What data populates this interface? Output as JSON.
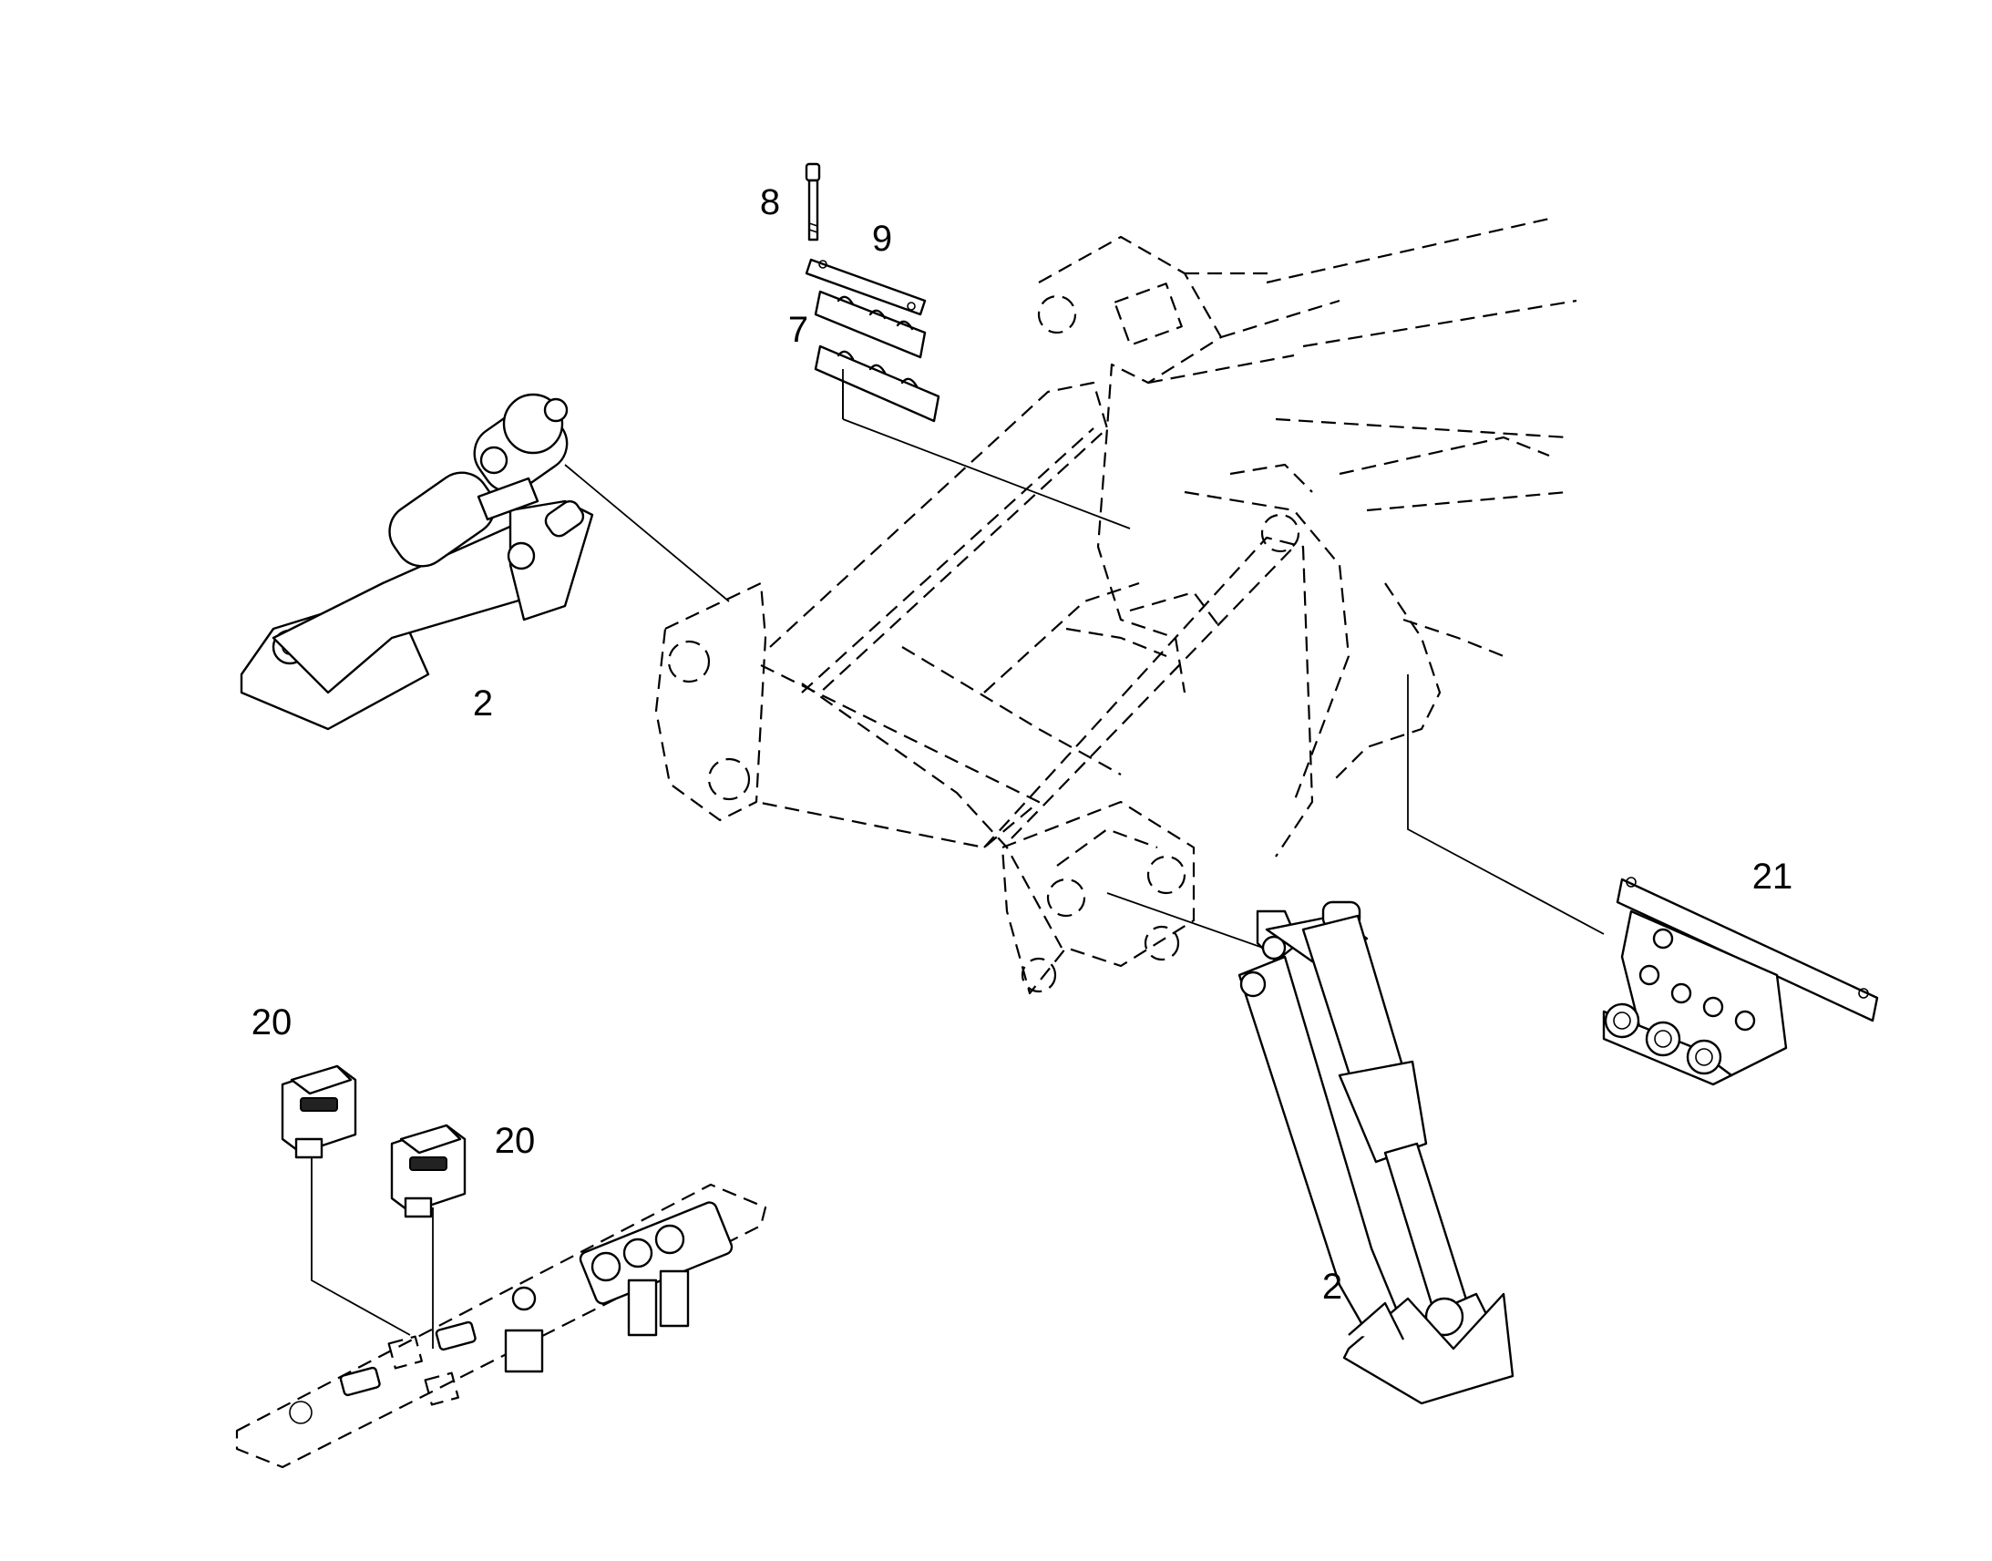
{
  "callouts": [
    {
      "id": "c8",
      "text": "8"
    },
    {
      "id": "c9",
      "text": "9"
    },
    {
      "id": "c7",
      "text": "7"
    },
    {
      "id": "c2a",
      "text": "2"
    },
    {
      "id": "c21",
      "text": "21"
    },
    {
      "id": "c20a",
      "text": "20"
    },
    {
      "id": "c20b",
      "text": "20"
    },
    {
      "id": "c2b",
      "text": "2"
    }
  ]
}
